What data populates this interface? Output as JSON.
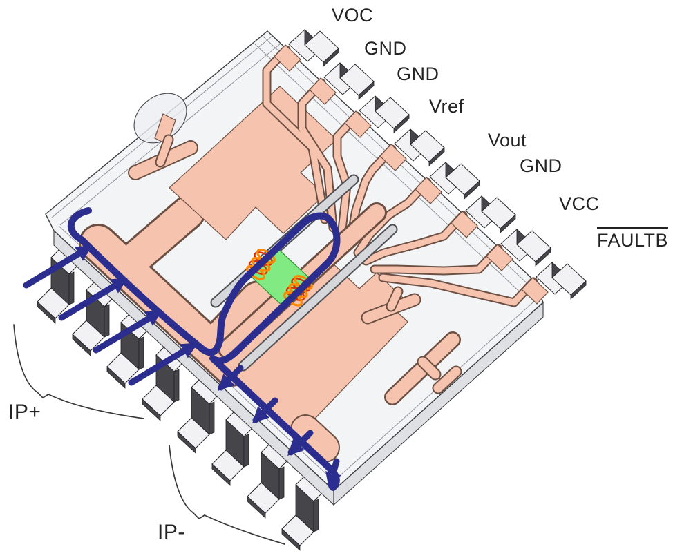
{
  "diagram": {
    "signal_pins": [
      "VOC",
      "GND",
      "GND",
      "Vref",
      "Vout",
      "GND",
      "VCC",
      "FAULTB"
    ],
    "faultb_has_overline": true,
    "current_path_groups": [
      "IP+",
      "IP-"
    ],
    "colors": {
      "copper": "#f5c3ae",
      "copper_outline": "#6b4f43",
      "body": "#f1f2f5",
      "body_edge": "#3c3c40",
      "pin_dark": "#45454a",
      "pin_light": "#f2f2f5",
      "current": "#2b2e8e",
      "die": "#82ea82",
      "die_outline": "#2f8f2f",
      "coil_orange": "#ff8800",
      "coil_red": "#dd2e00",
      "rail": "#eceef2",
      "label": "#232323",
      "brace": "#3a3a3a"
    }
  }
}
